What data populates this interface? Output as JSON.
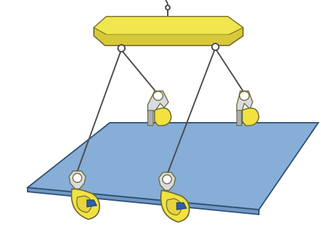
{
  "illustration": {
    "subject": "spreader-beam-plate-lift",
    "colors": {
      "plate_top": "#86aed6",
      "plate_front": "#6f98c4",
      "plate_edge": "#2f4f73",
      "beam": "#eee34a",
      "beam_shadow": "#d7c93a",
      "beam_outline": "#7a6f2a",
      "wire": "#4b4b4b",
      "clamp_yellow": "#f2e23f",
      "clamp_outline": "#6f6a3a",
      "clamp_metal": "#d8dbe0",
      "clamp_metal_dark": "#a9adb4",
      "jaw_blue": "#2c5fa8"
    },
    "clamp_count": 4,
    "wire_count": 4
  }
}
